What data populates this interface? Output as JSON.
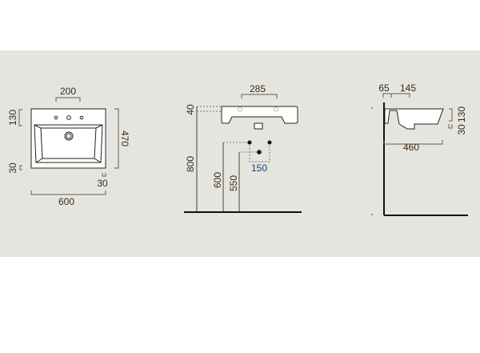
{
  "front_view": {
    "top_hole_spacing": "200",
    "faucet_zone": "130",
    "depth": "470",
    "rim_left": "30",
    "rim_right": "30",
    "width": "600"
  },
  "side_install_view": {
    "hole_spacing": "285",
    "thickness": "40",
    "height_rim": "800",
    "height_supply": "600",
    "height_drain": "550",
    "supply_spacing": "150"
  },
  "profile_view": {
    "wall_offset": "65",
    "drain_offset": "145",
    "projection": "460",
    "bowl_height": "130",
    "base_height": "30"
  },
  "colors": {
    "background_band": "#e5e5e0",
    "label": "#3a2a18",
    "label_highlight": "#1d3f73"
  }
}
